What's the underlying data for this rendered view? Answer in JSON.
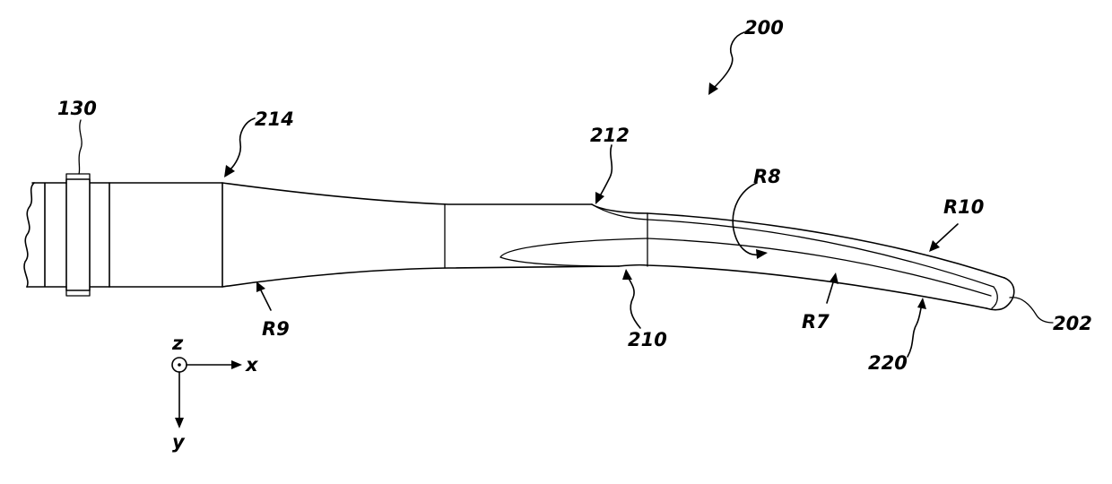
{
  "figure": {
    "labels": {
      "assembly": "200",
      "hub": "130",
      "tip": "202",
      "bend_lower": "210",
      "bend_upper": "212",
      "taper_start": "214",
      "curved_section": "220",
      "r7": "R7",
      "r8": "R8",
      "r9": "R9",
      "r10": "R10"
    },
    "axes": {
      "z": "z",
      "x": "x",
      "y": "y"
    }
  }
}
